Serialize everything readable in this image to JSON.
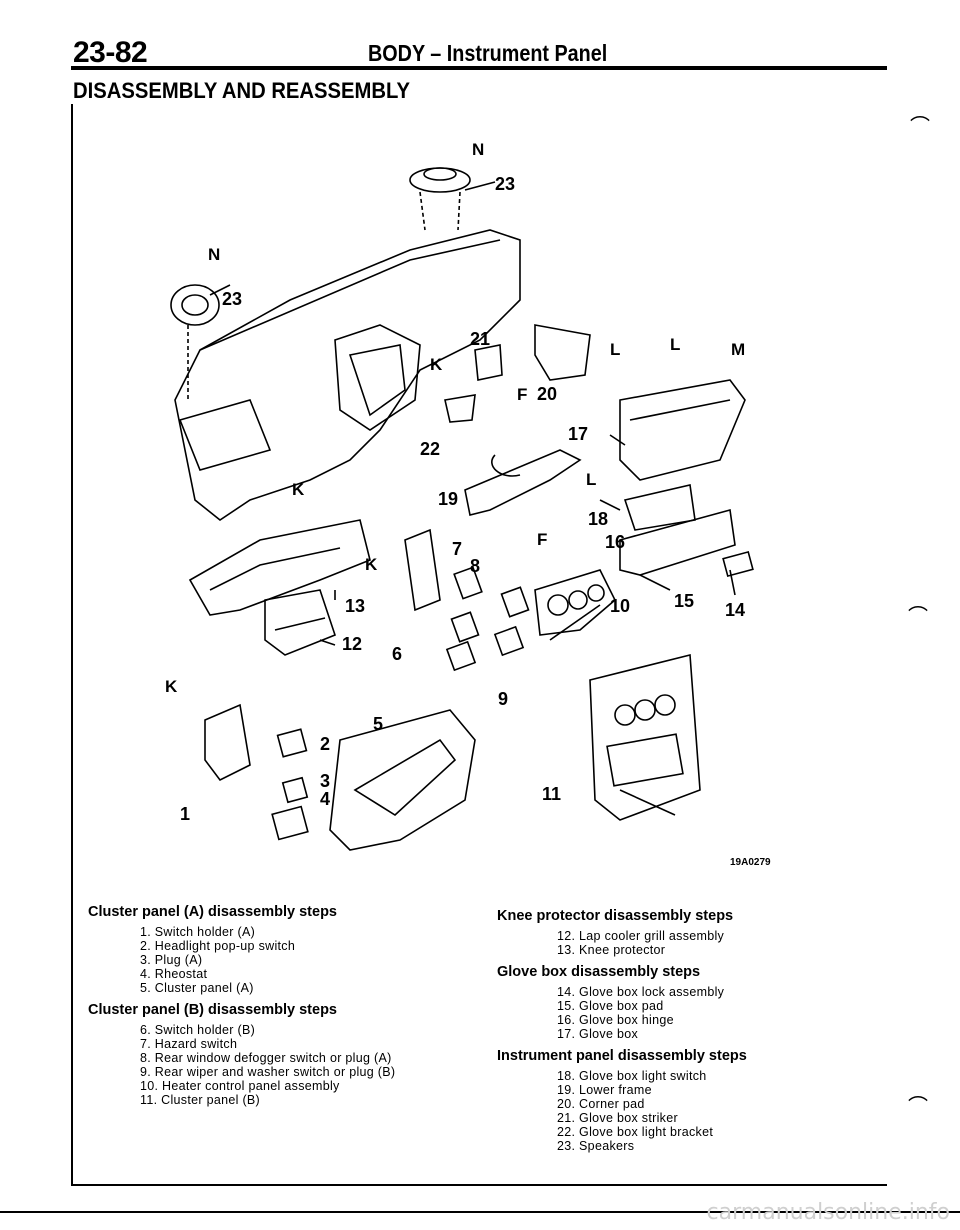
{
  "header": {
    "page_number": "23-82",
    "title": "BODY – Instrument Panel"
  },
  "section_title": "DISASSEMBLY AND REASSEMBLY",
  "diagram": {
    "figure_code": "19A0279",
    "callouts": [
      "1",
      "2",
      "3",
      "4",
      "5",
      "6",
      "7",
      "8",
      "9",
      "10",
      "11",
      "12",
      "13",
      "14",
      "15",
      "16",
      "17",
      "18",
      "19",
      "20",
      "21",
      "22",
      "23",
      "23"
    ],
    "fastener_labels": [
      "N",
      "N",
      "K",
      "K",
      "K",
      "K",
      "F",
      "F",
      "L",
      "L",
      "L",
      "M"
    ]
  },
  "procedures": [
    {
      "title": "Cluster panel (A) disassembly steps",
      "steps": [
        "1. Switch holder (A)",
        "2. Headlight pop-up switch",
        "3. Plug (A)",
        "4. Rheostat",
        "5. Cluster panel (A)"
      ]
    },
    {
      "title": "Cluster panel (B) disassembly steps",
      "steps": [
        "6. Switch holder (B)",
        "7. Hazard switch",
        "8. Rear window defogger switch or plug (A)",
        "9. Rear wiper and washer switch or plug (B)",
        "10. Heater control panel assembly",
        "11. Cluster panel (B)"
      ]
    },
    {
      "title": "Knee protector disassembly steps",
      "steps": [
        "12. Lap cooler grill assembly",
        "13. Knee protector"
      ]
    },
    {
      "title": "Glove box disassembly steps",
      "steps": [
        "14. Glove box lock assembly",
        "15. Glove box pad",
        "16. Glove box hinge",
        "17. Glove box"
      ]
    },
    {
      "title": "Instrument panel disassembly steps",
      "steps": [
        "18. Glove box light switch",
        "19. Lower frame",
        "20. Corner pad",
        "21. Glove box striker",
        "22. Glove box light bracket",
        "23. Speakers"
      ]
    }
  ],
  "footer": "carmanualsonline.info"
}
